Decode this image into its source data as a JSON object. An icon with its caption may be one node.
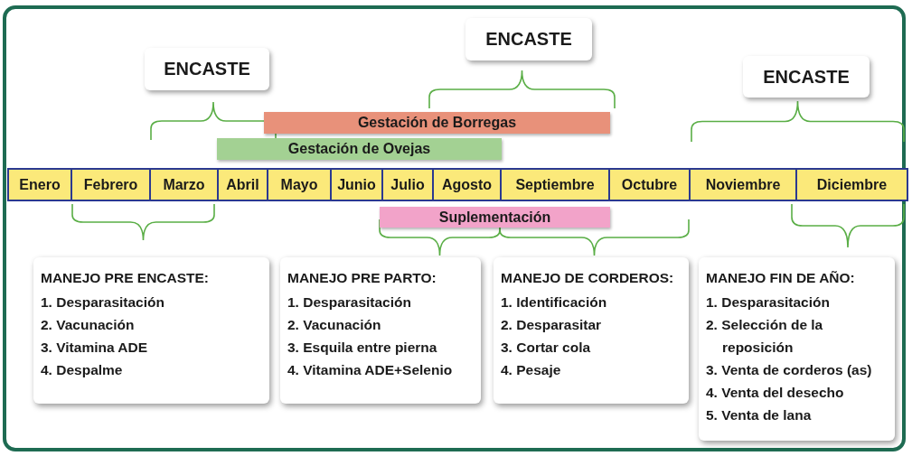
{
  "diagram": {
    "nodes": [
      {
        "text": [
          "ENCASTE"
        ]
      },
      {
        "text": [
          "ENCASTE"
        ]
      },
      {
        "text": [
          "ENCASTE"
        ]
      },
      {
        "text": [
          "Gestación de Borregas"
        ]
      },
      {
        "text": [
          "Gestación de Ovejas"
        ]
      },
      {
        "text": [
          "Enero"
        ]
      },
      {
        "text": [
          "Febrero"
        ]
      },
      {
        "text": [
          "Marzo"
        ]
      },
      {
        "text": [
          "Abril"
        ]
      },
      {
        "text": [
          "Mayo"
        ]
      },
      {
        "text": [
          "Junio"
        ]
      },
      {
        "text": [
          "Julio"
        ]
      },
      {
        "text": [
          "Agosto"
        ]
      },
      {
        "text": [
          "Septiembre"
        ]
      },
      {
        "text": [
          "Octubre"
        ]
      },
      {
        "text": [
          "Noviembre"
        ]
      },
      {
        "text": [
          "Diciembre"
        ]
      },
      {
        "text": [
          "Suplementación"
        ]
      },
      {
        "text": [
          "MANEJO PRE ENCASTE:",
          "1. Desparasitación",
          "2. Vacunación",
          "3. Vitamina ADE",
          "4. Despalme"
        ]
      },
      {
        "text": [
          "MANEJO PRE PARTO:",
          "1. Desparasitación",
          "2. Vacunación",
          "3. Esquila entre pierna",
          "4. Vitamina ADE+Selenio"
        ]
      },
      {
        "text": [
          "MANEJO DE CORDEROS:",
          "1. Identificación",
          "2. Desparasitar",
          "3. Cortar cola",
          "4. Pesaje"
        ]
      },
      {
        "text": [
          "MANEJO FIN DE AÑO:",
          "1. Desparasitación",
          "2. Selección de la reposición",
          "3. Venta de corderos (as)",
          "4. Venta del desecho",
          "5. Venta de lana"
        ]
      }
    ],
    "edges": []
  }
}
